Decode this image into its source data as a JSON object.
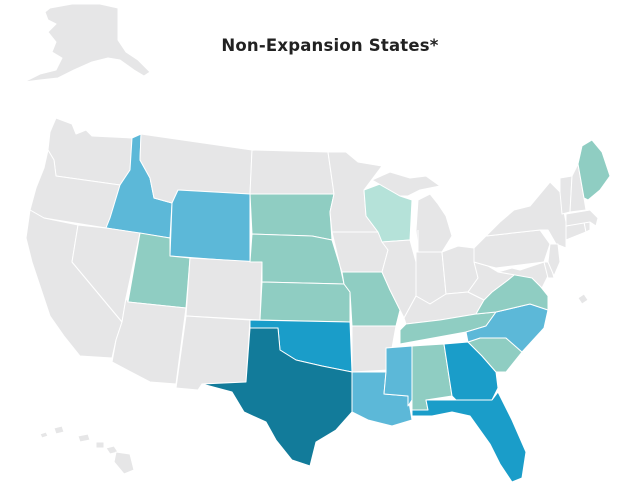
{
  "title": "Non-Expansion States*",
  "colors": {
    "not_highlighted": "#e6e6e7",
    "lightest": "#b5e2d9",
    "light": "#8fcdc2",
    "medium": "#5cb8d8",
    "dark": "#1a9dc9",
    "darkest": "#127b9a",
    "border": "#ffffff",
    "outline": "#444444"
  },
  "states": {
    "WA": "not_highlighted",
    "OR": "not_highlighted",
    "CA": "not_highlighted",
    "NV": "not_highlighted",
    "AZ": "not_highlighted",
    "NM": "not_highlighted",
    "CO": "not_highlighted",
    "MT": "not_highlighted",
    "ND": "not_highlighted",
    "MN": "not_highlighted",
    "IA": "not_highlighted",
    "IL": "not_highlighted",
    "IN": "not_highlighted",
    "OH": "not_highlighted",
    "MI": "not_highlighted",
    "KY": "not_highlighted",
    "WV": "not_highlighted",
    "PA": "not_highlighted",
    "NY": "not_highlighted",
    "VT": "not_highlighted",
    "NH": "not_highlighted",
    "MA": "not_highlighted",
    "CT": "not_highlighted",
    "RI": "not_highlighted",
    "NJ": "not_highlighted",
    "DE": "not_highlighted",
    "MD": "not_highlighted",
    "AR": "not_highlighted",
    "AK": "not_highlighted",
    "HI": "not_highlighted",
    "DC": "not_highlighted",
    "WI": "lightest",
    "UT": "light",
    "SD": "light",
    "NE": "light",
    "KS": "light",
    "MO": "light",
    "TN": "light",
    "AL": "light",
    "SC": "light",
    "VA": "light",
    "ME": "light",
    "ID": "medium",
    "WY": "medium",
    "LA": "medium",
    "MS": "medium",
    "NC": "medium",
    "OK": "dark",
    "GA": "dark",
    "FL": "dark",
    "TX": "darkest"
  }
}
